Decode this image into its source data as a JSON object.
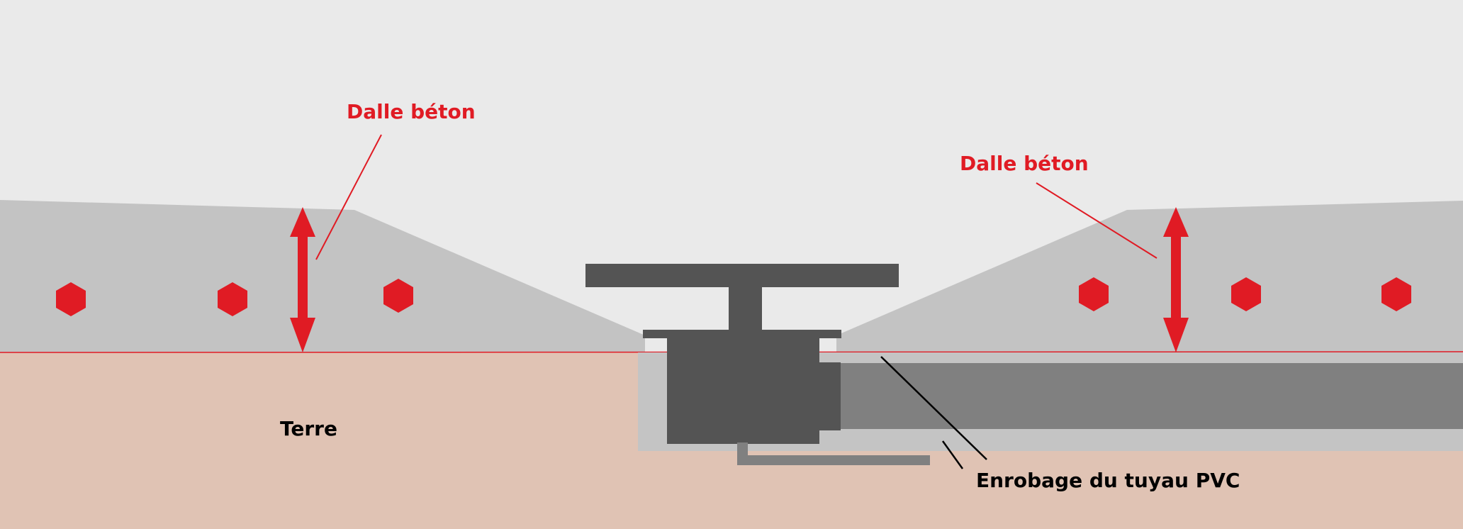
{
  "labels": {
    "slab_left": "Dalle béton",
    "slab_right": "Dalle béton",
    "soil": "Terre",
    "pipe_coating": "Enrobage du tuyau PVC"
  },
  "colors": {
    "background": "#eaeaea",
    "slab": "#c3c3c3",
    "soil": "#e0c3b4",
    "annotation_red": "#e01b24",
    "drain_dark": "#545454",
    "pipe_mid": "#808080",
    "coating": "#c4c4c4",
    "leader_black": "#000000"
  },
  "icons": {
    "rebar": "red-hexagon",
    "thickness_arrow": "double-headed-arrow"
  }
}
